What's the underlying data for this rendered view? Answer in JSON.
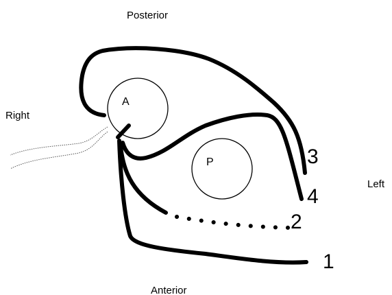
{
  "directions": {
    "posterior": "Posterior",
    "anterior": "Anterior",
    "right": "Right",
    "left": "Left"
  },
  "circles": {
    "a": "A",
    "p": "P"
  },
  "numbers": {
    "one": "1",
    "two": "2",
    "three": "3",
    "four": "4"
  },
  "colors": {
    "stroke": "#000000",
    "background": "#ffffff",
    "thread": "#555555"
  }
}
